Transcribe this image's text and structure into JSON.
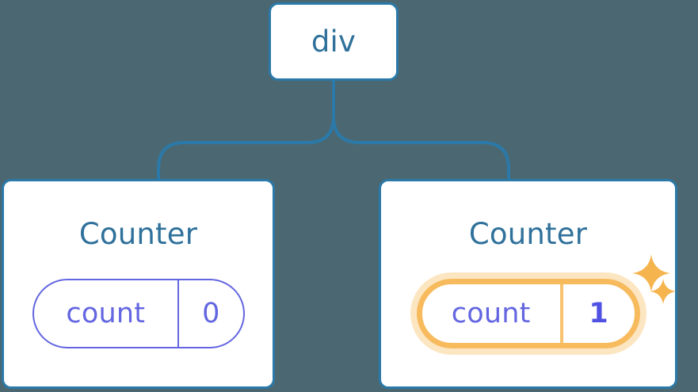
{
  "diagram": {
    "type": "component-tree",
    "background_color": "#4b6872",
    "card_border_color": "#2b79a8",
    "title_color": "#2f719b",
    "state_color": "#6366e0",
    "highlight_color": "#f7bb5e",
    "highlight_glow_color": "#fbdca9",
    "connector_color": "#2b79a8"
  },
  "root": {
    "label": "div"
  },
  "children": [
    {
      "title": "Counter",
      "state": {
        "key": "count",
        "value": "0",
        "highlighted": false
      }
    },
    {
      "title": "Counter",
      "state": {
        "key": "count",
        "value": "1",
        "highlighted": true
      },
      "sparkles": [
        {
          "name": "sparkle-large"
        },
        {
          "name": "sparkle-small"
        }
      ]
    }
  ]
}
